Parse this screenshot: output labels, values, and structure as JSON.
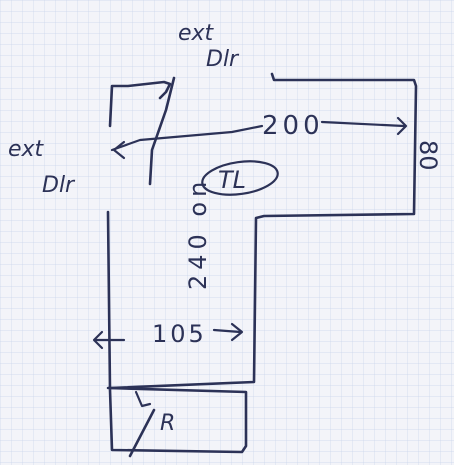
{
  "labels": {
    "ext_top_1": "ext",
    "ext_top_2": "Dlr",
    "ext_left_1": "ext",
    "ext_left_2": "Dlr",
    "dim_width": "200",
    "dim_right": "80",
    "center_tag": "TL",
    "dim_vertical": "240 on",
    "dim_lower": "105",
    "r_mark": "R"
  },
  "colors": {
    "ink": "#2c3257",
    "paper": "#f3f4f9",
    "grid": "#b9c8e4"
  }
}
